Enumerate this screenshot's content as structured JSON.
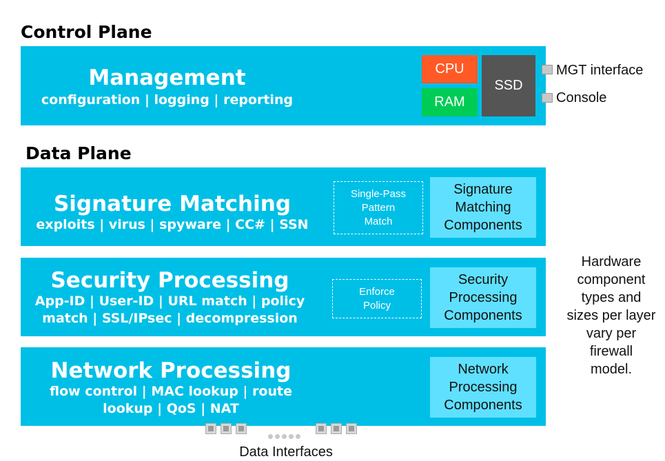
{
  "control_plane": {
    "title": "Control Plane",
    "management": {
      "title": "Management",
      "subtitle": "configuration | logging | reporting"
    },
    "cpu_label": "CPU",
    "ram_label": "RAM",
    "ssd_label": "SSD",
    "mgt_interface_label": "MGT interface",
    "console_label": "Console",
    "colors": {
      "cpu": "#ff5a26",
      "ram": "#00cc55",
      "ssd": "#555555"
    }
  },
  "data_plane": {
    "title": "Data Plane",
    "signature": {
      "title": "Signature Matching",
      "subtitle": "exploits | virus | spyware | CC# | SSN",
      "dashed_lines": [
        "Single-Pass",
        "Pattern",
        "Match"
      ],
      "component_lines": [
        "Signature",
        "Matching",
        "Components"
      ]
    },
    "security": {
      "title": "Security Processing",
      "subtitle_lines": [
        "App-ID | User-ID | URL match | policy",
        "match | SSL/IPsec | decompression"
      ],
      "dashed_lines": [
        "Enforce",
        "Policy"
      ],
      "component_lines": [
        "Security",
        "Processing",
        "Components"
      ]
    },
    "network": {
      "title": "Network Processing",
      "subtitle_lines": [
        "flow control | MAC lookup | route",
        "lookup | QoS | NAT"
      ],
      "component_lines": [
        "Network",
        "Processing",
        "Components"
      ]
    },
    "data_interfaces_label": "Data Interfaces"
  },
  "note_lines": [
    "Hardware",
    "component",
    "types and",
    "sizes per layer",
    "vary per",
    "firewall",
    "model."
  ],
  "colors": {
    "layer": "#00bfe6",
    "component": "#5fe0ff"
  }
}
